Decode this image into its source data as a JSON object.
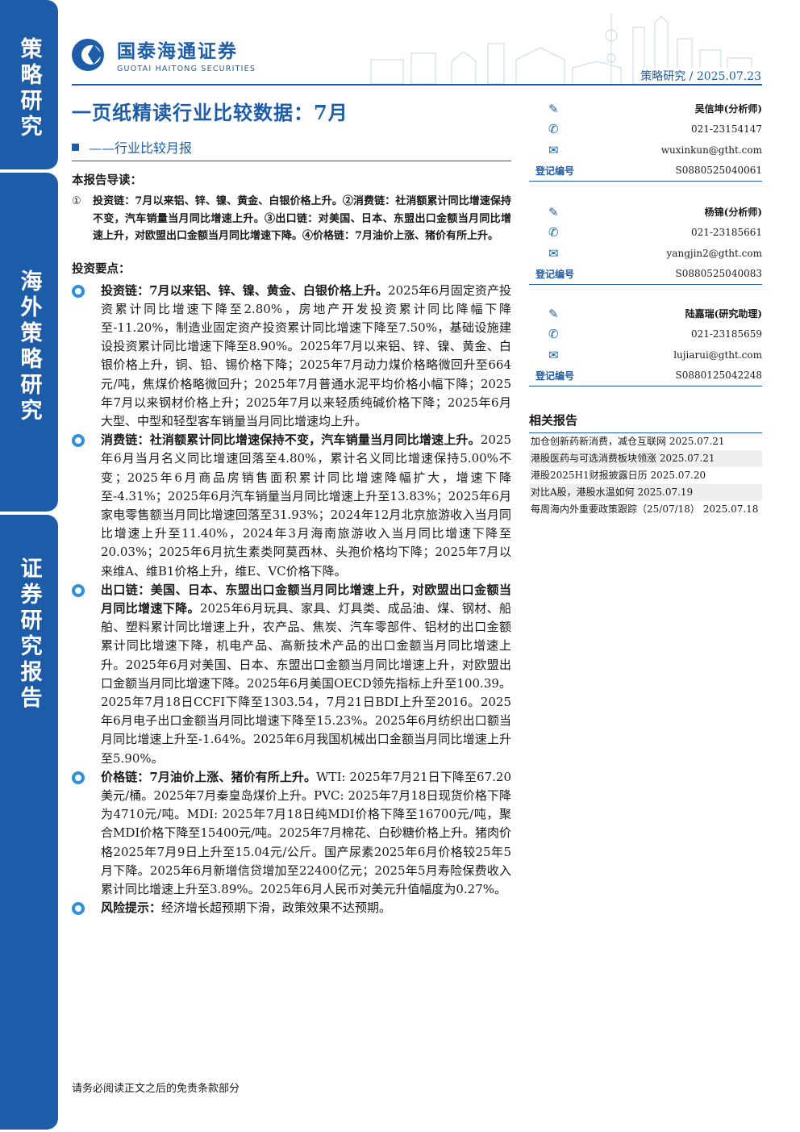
{
  "sidebar": {
    "tab1": "策略研究",
    "tab2": "海外策略研究",
    "tab3": "证券研究报告"
  },
  "header": {
    "company_cn": "国泰海通证券",
    "company_en": "GUOTAI HAITONG SECURITIES",
    "tag": "策略研究 / 2025.07.23"
  },
  "title": "一页纸精读行业比较数据：7月",
  "subtitle": "——行业比较月报",
  "guide": {
    "heading": "本报告导读：",
    "num": "①",
    "text": "投资链：7月以来铝、锌、镍、黄金、白银价格上升。②消费链：社消额累计同比增速保持不变，汽车销量当月同比增速上升。③出口链：对美国、日本、东盟出口金额当月同比增速上升，对欧盟出口金额当月同比增速下降。④价格链：7月油价上涨、猪价有所上升。"
  },
  "points": {
    "heading": "投资要点：",
    "items": [
      {
        "lead": "投资链：7月以来铝、锌、镍、黄金、白银价格上升。",
        "body": "2025年6月固定资产投资累计同比增速下降至2.80%，房地产开发投资累计同比降幅下降至-11.20%，制造业固定资产投资累计同比增速下降至7.50%，基础设施建设投资累计同比增速下降至8.90%。2025年7月以来铝、锌、镍、黄金、白银价格上升，铜、铅、锡价格下降；2025年7月动力煤价格略微回升至664元/吨，焦煤价格略微回升；2025年7月普通水泥平均价格小幅下降；2025年7月以来钢材价格上升；2025年7月以来轻质纯碱价格下降；2025年6月大型、中型和轻型客车销量当月同比增速均上升。"
      },
      {
        "lead": "消费链：社消额累计同比增速保持不变，汽车销量当月同比增速上升。",
        "body": "2025年6月当月名义同比增速回落至4.80%，累计名义同比增速保持5.00%不变；2025年6月商品房销售面积累计同比增速降幅扩大，增速下降至-4.31%；2025年6月汽车销量当月同比增速上升至13.83%；2025年6月家电零售额当月同比增速回落至31.93%；2024年12月北京旅游收入当月同比增速上升至11.40%，2024年3月海南旅游收入当月同比增速下降至20.03%；2025年6月抗生素类阿莫西林、头孢价格均下降；2025年7月以来维A、维B1价格上升，维E、VC价格下降。"
      },
      {
        "lead": "出口链：美国、日本、东盟出口金额当月同比增速上升，对欧盟出口金额当月同比增速下降。",
        "body": "2025年6月玩具、家具、灯具类、成品油、煤、钢材、船舶、塑料累计同比增速上升，农产品、焦炭、汽车零部件、铝材的出口金额累计同比增速下降，机电产品、高新技术产品的出口金额当月同比增速上升。2025年6月对美国、日本、东盟出口金额当月同比增速上升，对欧盟出口金额当月同比增速下降。2025年6月美国OECD领先指标上升至100.39。2025年7月18日CCFI下降至1303.54，7月21日BDI上升至2016。2025年6月电子出口金额当月同比增速下降至15.23%。2025年6月纺织出口额当月同比增速上升至-1.64%。2025年6月我国机械出口金额当月同比增速上升至5.90%。"
      },
      {
        "lead": "价格链：7月油价上涨、猪价有所上升。",
        "body": "WTI: 2025年7月21日下降至67.20美元/桶。2025年7月秦皇岛煤价上升。PVC: 2025年7月18日现货价格下降为4710元/吨。MDI: 2025年7月18日纯MDI价格下降至16700元/吨，聚合MDI价格下降至15400元/吨。2025年7月棉花、白砂糖价格上升。猪肉价格2025年7月9日上升至15.04元/公斤。国产尿素2025年6月价格较25年5月下降。2025年6月新增信贷增加至22400亿元；2025年5月寿险保费收入累计同比增速上升至3.89%。2025年6月人民币对美元升值幅度为0.27%。"
      },
      {
        "lead": "风险提示：",
        "body": "经济增长超预期下滑，政策效果不达预期。"
      }
    ]
  },
  "analysts": [
    {
      "name": "吴信坤(分析师)",
      "phone": "021-23154147",
      "email": "wuxinkun@gtht.com",
      "reg_label": "登记编号",
      "reg": "S0880525040061"
    },
    {
      "name": "杨锦(分析师)",
      "phone": "021-23185661",
      "email": "yangjin2@gtht.com",
      "reg_label": "登记编号",
      "reg": "S0880525040083"
    },
    {
      "name": "陆嘉瑞(研究助理)",
      "phone": "021-23185659",
      "email": "lujiarui@gtht.com",
      "reg_label": "登记编号",
      "reg": "S0880125042248"
    }
  ],
  "related": {
    "heading": "相关报告",
    "items": [
      "加仓创新药新消费，减仓互联网 2025.07.21",
      "港股医药与可选消费板块领涨 2025.07.21",
      "港股2025H1财报披露日历 2025.07.20",
      "对比A股，港股水温如何 2025.07.19",
      "每周海内外重要政策跟踪（25/07/18） 2025.07.18"
    ]
  },
  "footer": "请务必阅读正文之后的免责条款部分",
  "colors": {
    "brand_blue": "#1d5ca8",
    "bullet_blue": "#2f8fd8"
  }
}
